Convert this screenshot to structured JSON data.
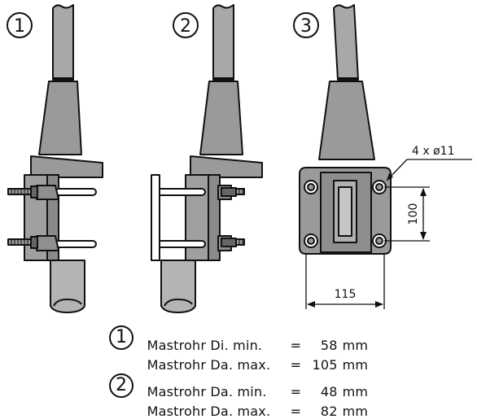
{
  "variants": [
    {
      "number": "1"
    },
    {
      "number": "2"
    },
    {
      "number": "3"
    }
  ],
  "dimensions": {
    "holes": "4 x ø11",
    "vertical": "100",
    "horizontal": "115"
  },
  "specs": [
    {
      "number": "1",
      "rows": [
        {
          "label": "Mastrohr Di. min.",
          "eq": "=",
          "value": "58",
          "unit": "mm"
        },
        {
          "label": "Mastrohr Da. max.",
          "eq": "=",
          "value": "105",
          "unit": "mm"
        }
      ]
    },
    {
      "number": "2",
      "rows": [
        {
          "label": "Mastrohr Da. min.",
          "eq": "=",
          "value": "48",
          "unit": "mm"
        },
        {
          "label": "Mastrohr Da. max.",
          "eq": "=",
          "value": "82",
          "unit": "mm"
        }
      ]
    }
  ],
  "colors": {
    "body": "#9a9a9a",
    "pipe": "#b4b4b4",
    "outline": "#111111"
  }
}
